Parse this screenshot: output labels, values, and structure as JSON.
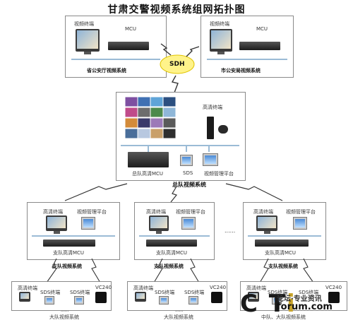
{
  "title": "甘肃交警视频系统组网拓扑图",
  "sdh_label": "SDH",
  "top_left": {
    "terminal": "视频终端",
    "mcu": "MCU",
    "caption": "省公安厅视频系统"
  },
  "top_right": {
    "terminal": "视频终端",
    "mcu": "MCU",
    "caption": "市公安局视频系统"
  },
  "center": {
    "hd_terminal": "高清终端",
    "mcu": "总队高清MCU",
    "sds": "SDS",
    "platform": "视频管理平台",
    "caption": "总队视频系统"
  },
  "branch": {
    "hd_terminal": "高清终端",
    "platform": "视频管理平台",
    "mcu": "支队高清MCU",
    "caption": "支队视频系统"
  },
  "branches_dots": "......",
  "brigade": {
    "hd_terminal": "高清终端",
    "sds": "SDS终端",
    "vc": "VC240",
    "caption": "大队视频系统"
  },
  "brigade_third_caption": "中队、大队视频系统",
  "small_dots": "......",
  "watermark": {
    "main": "CTi",
    "sub": "论坛·专业资讯",
    "url": "forum.com"
  }
}
